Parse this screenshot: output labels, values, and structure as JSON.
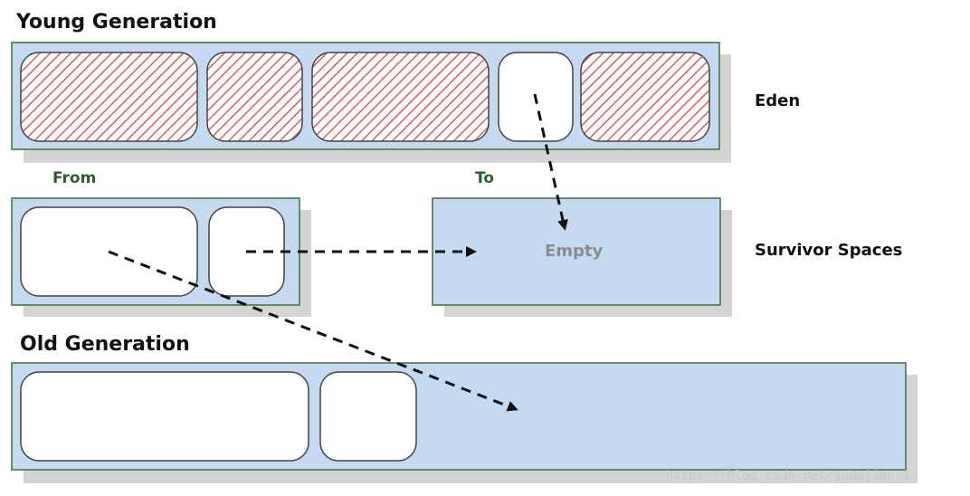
{
  "titles": {
    "young_generation": "Young Generation",
    "old_generation": "Old Generation"
  },
  "labels": {
    "eden": "Eden",
    "survivor_spaces": "Survivor Spaces",
    "from": "From",
    "to": "To",
    "empty": "Empty"
  },
  "watermark": "https://blog.csdn.net/yubujian_1",
  "colors": {
    "region_fill": "#c5d9f1",
    "region_border": "#3f6f3f",
    "shadow": "#d4d4d4",
    "live_object": "#ffffff",
    "garbage_hatch": "#e05a5a",
    "arrow": "#111111",
    "space_label": "#2e5e2e",
    "empty_label": "#8c8c8c"
  },
  "eden_objects": [
    "garbage",
    "garbage",
    "garbage",
    "live",
    "garbage"
  ],
  "from_objects": [
    "live",
    "live"
  ],
  "old_objects": [
    "live",
    "live"
  ],
  "arrows": [
    {
      "from": "eden-live-object",
      "to": "to-space"
    },
    {
      "from": "from-live-object-2",
      "to": "to-space"
    },
    {
      "from": "from-live-object-1",
      "to": "old-generation-region"
    }
  ]
}
